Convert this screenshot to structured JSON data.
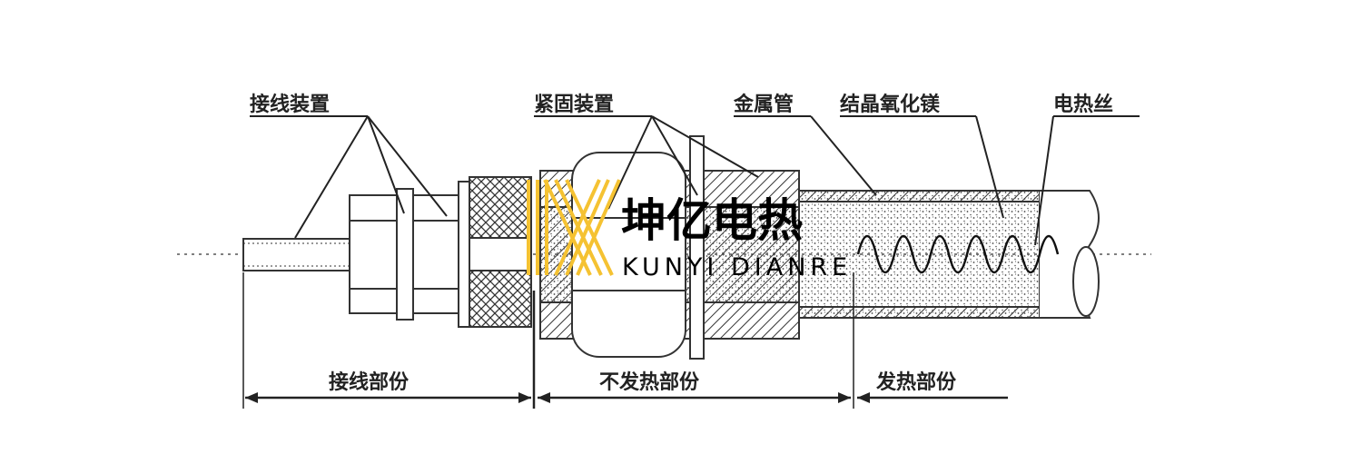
{
  "labels": {
    "terminal_device": "接线装置",
    "fastening_device": "紧固装置",
    "metal_tube": "金属管",
    "crystalline_mgo": "结晶氧化镁",
    "heating_wire": "电热丝"
  },
  "sections": {
    "terminal_part": "接线部份",
    "non_heating_part": "不发热部份",
    "heating_part": "发热部份"
  },
  "logo": {
    "name_cn": "坤亿电热",
    "name_en": "KUNYI DIANRE",
    "accent_color": "#f5c232"
  }
}
